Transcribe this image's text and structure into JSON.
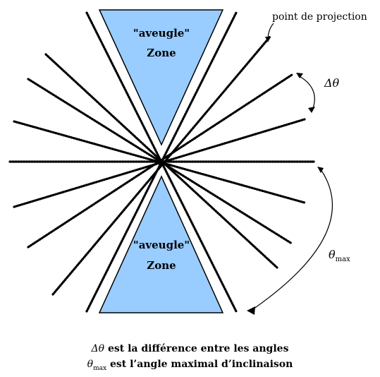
{
  "diagram": {
    "zone_top": {
      "line1": "\"aveugle\"",
      "line2": "Zone"
    },
    "zone_bottom": {
      "line1": "\"aveugle\"",
      "line2": "Zone"
    },
    "projection_label": "point de projection",
    "delta_theta_label": "Δθ",
    "theta_max_symbol": "θ",
    "theta_max_sub": "max",
    "zone_color": "#99ccff",
    "line_color": "#000000"
  },
  "caption": {
    "line1_symbol": "Δθ",
    "line1_text": " est la différence entre les angles",
    "line2_symbol": "θ",
    "line2_sub": "max",
    "line2_text": " est l’angle maximal d’inclinaison"
  }
}
